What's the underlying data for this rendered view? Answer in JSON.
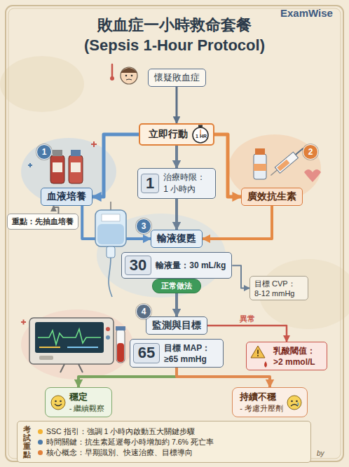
{
  "diagram": {
    "title": "敗血症一小時救命套餐 (Sepsis 1-Hour Protocol)",
    "nodes": [
      {
        "text": [
          "懷疑敗血症"
        ]
      },
      {
        "text": [
          "立即行動"
        ]
      },
      {
        "text": [
          "血液培養"
        ]
      },
      {
        "text": [
          "廣效抗生素"
        ]
      },
      {
        "text": [
          "1",
          "治療時限： 1 小時內"
        ]
      },
      {
        "text": [
          "重點：先抽血培養"
        ]
      },
      {
        "text": [
          "輸液復甦"
        ]
      },
      {
        "text": [
          "30",
          "輸液量：30 mL/kg"
        ]
      },
      {
        "text": [
          "正常做法"
        ]
      },
      {
        "text": [
          "目標 CVP： 8-12 mmHg"
        ]
      },
      {
        "text": [
          "監測與目標"
        ]
      },
      {
        "text": [
          "65",
          "目標 MAP： ≥65 mmHg"
        ]
      },
      {
        "text": [
          "乳酸閾值： >2 mmol/L"
        ]
      },
      {
        "text": [
          "穩定",
          "- 繼續觀察"
        ]
      },
      {
        "text": [
          "持續不穩",
          "- 考慮升壓劑"
        ]
      },
      {
        "text": [
          "考試重點",
          "SSC 指引：強調 1 小時內啟動五大關鍵步驟",
          "時間關鍵：抗生素延遲每小時增加約 7.6% 死亡率",
          "核心概念：早期識別、快速治療、目標導向"
        ]
      }
    ],
    "edges": [
      {
        "from": 0,
        "to": 1,
        "arrow": "to"
      },
      {
        "from": 1,
        "to": 2,
        "arrow": "to"
      },
      {
        "from": 1,
        "to": 3,
        "arrow": "to"
      },
      {
        "from": 1,
        "to": 4,
        "arrow": "to"
      },
      {
        "from": 5,
        "to": 2,
        "arrow": "to"
      },
      {
        "from": 2,
        "to": 6,
        "arrow": "to"
      },
      {
        "from": 3,
        "to": 6,
        "arrow": "to"
      },
      {
        "from": 4,
        "to": 6,
        "arrow": "to"
      },
      {
        "from": 7,
        "to": 9,
        "arrow": "to"
      },
      {
        "from": 8,
        "to": 10,
        "arrow": "to"
      },
      {
        "from": 10,
        "to": 12,
        "label": "異常",
        "arrow": "to"
      },
      {
        "from": 11,
        "to": 13,
        "arrow": "to"
      },
      {
        "from": 11,
        "to": 14,
        "arrow": "to"
      }
    ],
    "labels": [
      "ExamWise",
      "1",
      "2",
      "3",
      "4",
      "1 HR",
      "by"
    ]
  }
}
